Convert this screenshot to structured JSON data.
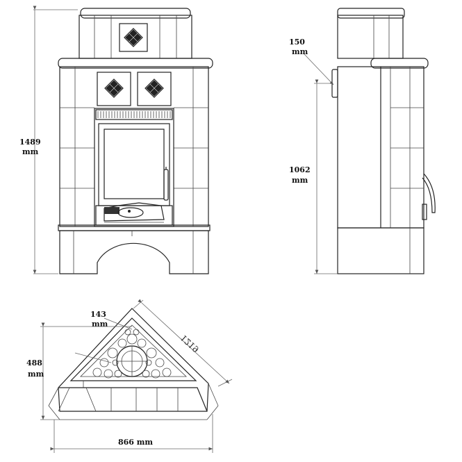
{
  "dimensions": {
    "front_height_value": "1489",
    "front_height_unit": "mm",
    "side_top_value": "150",
    "side_top_unit": "mm",
    "side_height_value": "1062",
    "side_height_unit": "mm",
    "plan_corner_value": "143",
    "plan_corner_unit": "mm",
    "plan_depth_value": "488",
    "plan_depth_unit": "mm",
    "plan_width_label": "866 mm",
    "plan_diagonal_label": "1219"
  }
}
